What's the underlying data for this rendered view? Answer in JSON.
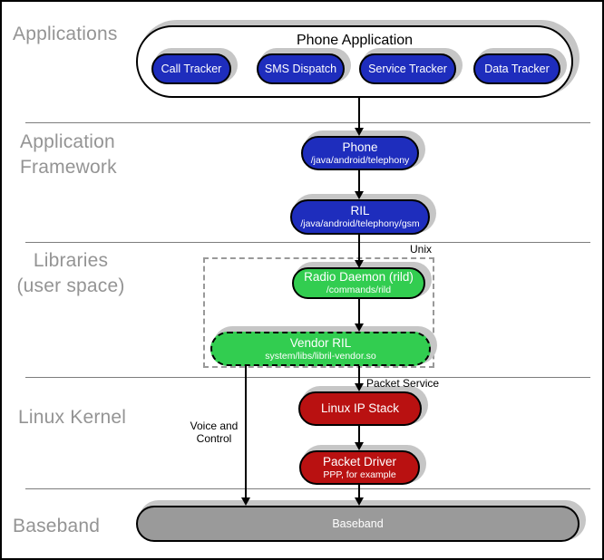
{
  "sections": {
    "applications": "Applications",
    "framework_line1": "Application",
    "framework_line2": "Framework",
    "libraries_line1": "Libraries",
    "libraries_line2": "(user space)",
    "kernel": "Linux Kernel",
    "baseband": "Baseband"
  },
  "phone_app": {
    "title": "Phone Application",
    "apps": [
      {
        "label": "Call Tracker"
      },
      {
        "label": "SMS Dispatch"
      },
      {
        "label": "Service Tracker"
      },
      {
        "label": "Data Tracker"
      }
    ]
  },
  "nodes": {
    "phone": {
      "title": "Phone",
      "subtitle": "/java/android/telephony"
    },
    "ril": {
      "title": "RIL",
      "subtitle": "/java/android/telephony/gsm"
    },
    "radio_daemon": {
      "title": "Radio Daemon (rild)",
      "subtitle": "/commands/rild"
    },
    "vendor_ril": {
      "title": "Vendor RIL",
      "subtitle": "system/libs/libril-vendor.so"
    },
    "linux_ip_stack": {
      "title": "Linux IP Stack"
    },
    "packet_driver": {
      "title": "Packet Driver",
      "subtitle": "PPP, for example"
    },
    "baseband": {
      "title": "Baseband"
    }
  },
  "annotations": {
    "unix": "Unix",
    "packet_service": "Packet Service",
    "voice_control_line1": "Voice and",
    "voice_control_line2": "Control"
  },
  "colors": {
    "blue": "#1e2dbd",
    "green": "#32cd50",
    "red": "#b91111",
    "baseband_gray": "#9a9a9a",
    "label_gray": "#949494",
    "shadow_gray": "#c6c6c6"
  }
}
